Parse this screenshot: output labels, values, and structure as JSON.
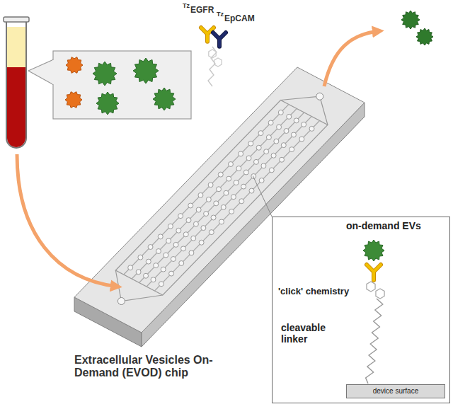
{
  "diagram": {
    "nodes": [
      {
        "text": [
          "on-demand EVs",
          "'click' chemistry",
          "cleavable linker"
        ]
      },
      {
        "text": [
          "device surface"
        ],
        "in": 0
      }
    ],
    "labels": [
      "Tz",
      "EGFR",
      "Tz",
      "EpCAM",
      "Extracellular Vesicles On-Demand (EVOD) chip"
    ]
  }
}
